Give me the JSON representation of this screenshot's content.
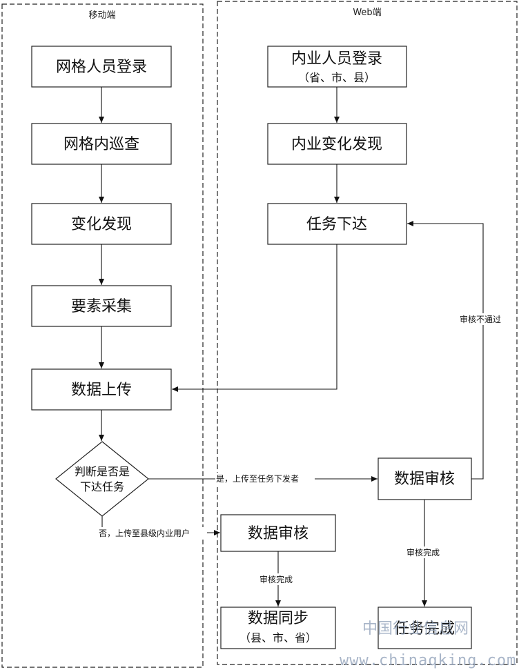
{
  "lanes": {
    "mobile": "移动端",
    "web": "Web端"
  },
  "nodes": {
    "grid_login": "网格人员登录",
    "grid_patrol": "网格内巡查",
    "change_found": "变化发现",
    "feature_collect": "要素采集",
    "data_upload": "数据上传",
    "decision_line1": "判断是否是",
    "decision_line2": "下达任务",
    "office_login_line1": "内业人员登录",
    "office_login_line2": "（省、市、县）",
    "office_change": "内业变化发现",
    "task_issue": "任务下达",
    "review_right": "数据审核",
    "review_mid": "数据审核",
    "sync_line1": "数据同步",
    "sync_line2": "（县、市、省）",
    "task_done": "任务完成"
  },
  "edges": {
    "yes_label": "是，上传至任务下发者",
    "no_label": "否，上传至县级内业用户",
    "review_fail": "审核不通过",
    "review_done_right": "审核完成",
    "review_done_mid": "审核完成"
  },
  "watermark": {
    "line1": "中国行业信息网",
    "line2": "www.chinaqking.com"
  }
}
